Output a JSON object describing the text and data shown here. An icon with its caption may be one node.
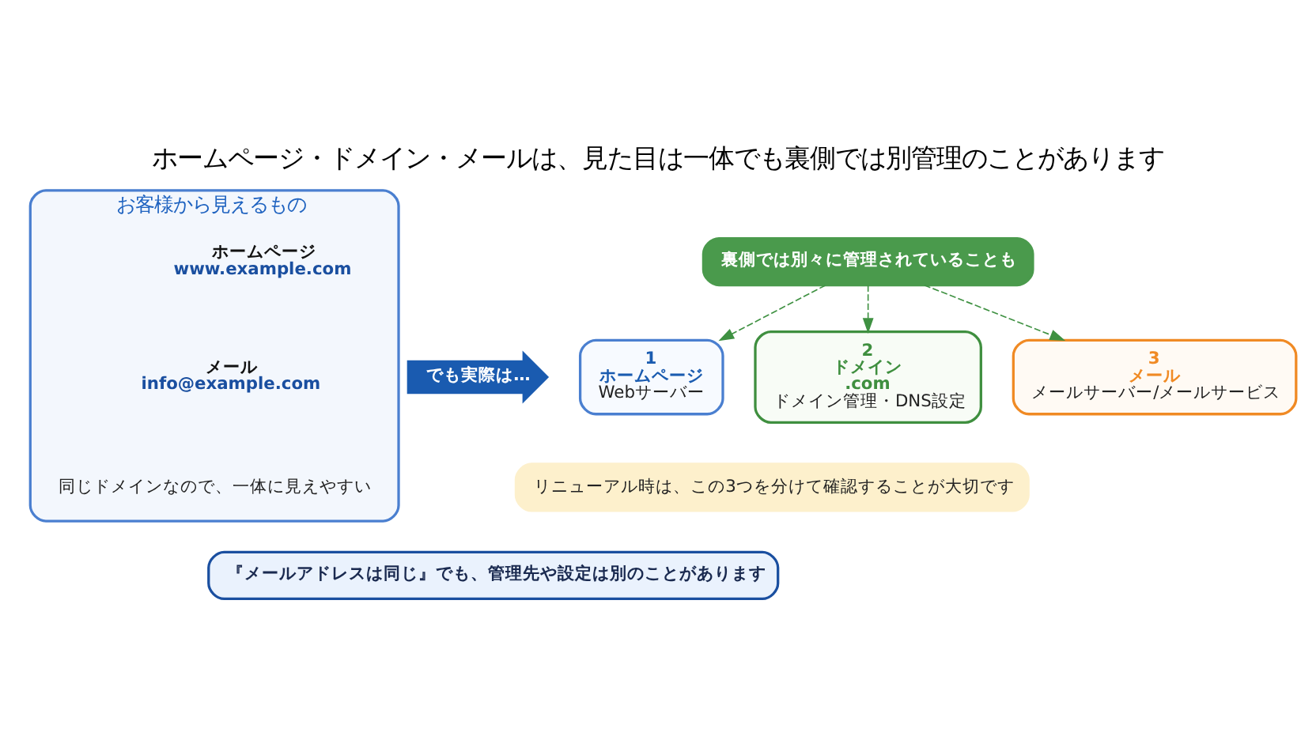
{
  "diagram": {
    "title": "ホームページ・ドメイン・メールは、見た目は一体でも裏側では別管理のことがあります",
    "nodes": [
      {
        "text": [
          "お客様から見えるもの"
        ]
      },
      {
        "text": [
          "ホームページ",
          "www.example.com"
        ],
        "in": 0
      },
      {
        "text": [
          "メール",
          "info@example.com"
        ],
        "in": 0
      },
      {
        "text": [
          "同じドメインなので、一体に見えやすい"
        ],
        "in": 0
      },
      {
        "text": [
          "でも実際は…"
        ]
      },
      {
        "text": [
          "裏側では別々に管理されていることも"
        ]
      },
      {
        "text": [
          "1",
          "ホームページ",
          "Webサーバー"
        ]
      },
      {
        "text": [
          "2",
          "ドメイン",
          ".com",
          "ドメイン管理・DNS設定"
        ]
      },
      {
        "text": [
          "3",
          "メール",
          "メールサーバー/メールサービス"
        ]
      },
      {
        "text": [
          "リニューアル時は、この3つを分けて確認することが大切です"
        ]
      },
      {
        "text": [
          "『メールアドレスは同じ』でも、管理先や設定は別のことがあります"
        ]
      }
    ],
    "edges": [
      {
        "from": 5,
        "to": 6,
        "arrow": "to",
        "style": "dashed",
        "color": "#3f9142"
      },
      {
        "from": 5,
        "to": 7,
        "arrow": "to",
        "style": "dashed",
        "color": "#3f9142"
      },
      {
        "from": 5,
        "to": 8,
        "arrow": "to",
        "style": "dashed",
        "color": "#3f9142"
      }
    ]
  }
}
